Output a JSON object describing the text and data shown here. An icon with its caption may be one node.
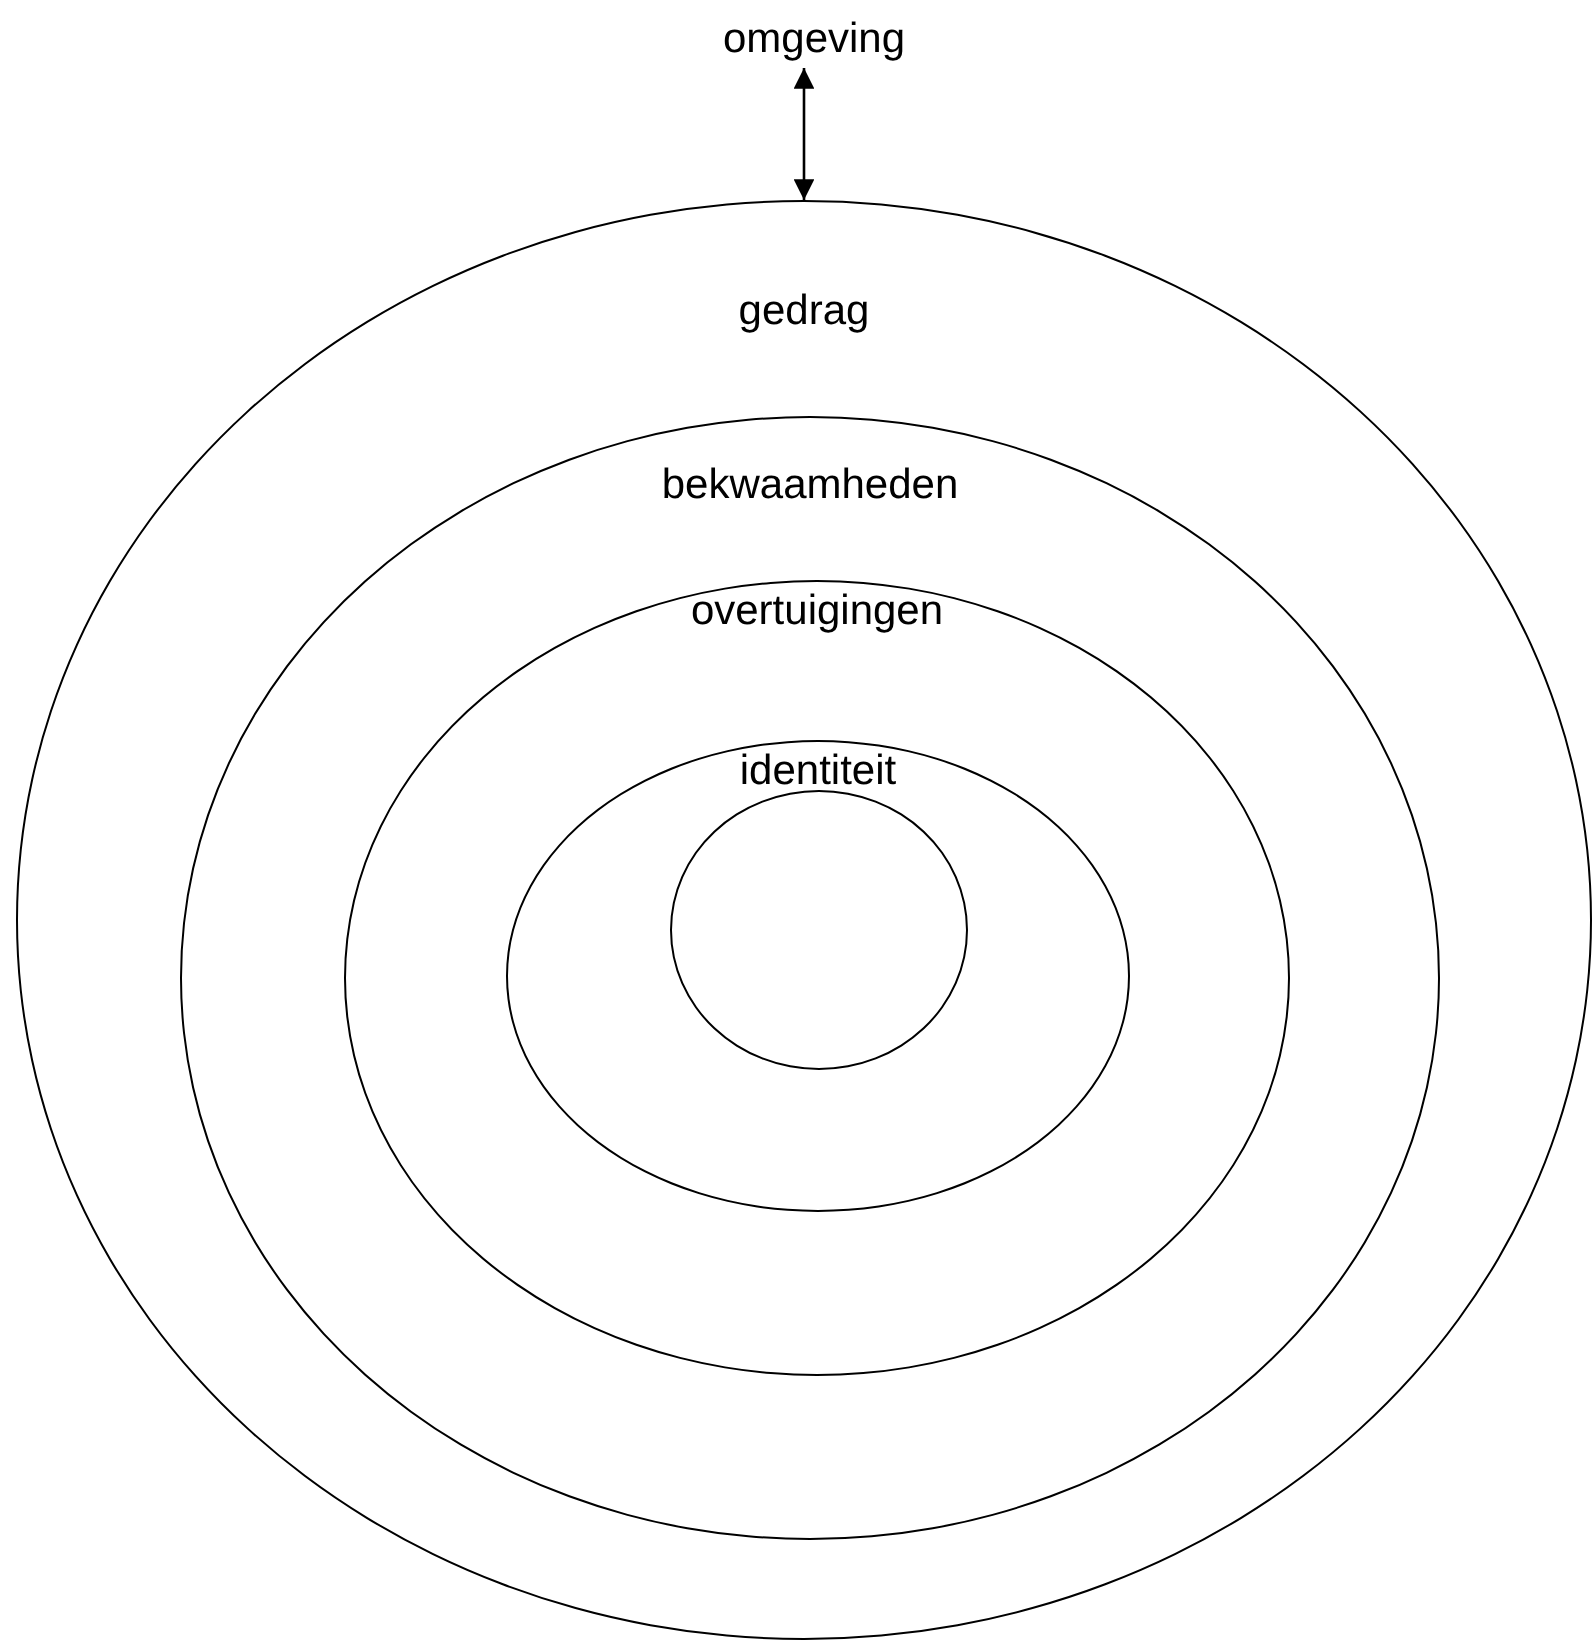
{
  "diagram": {
    "nodes": [
      {
        "text": [
          "omgeving"
        ]
      },
      {
        "text": [
          "gedrag"
        ]
      },
      {
        "text": [
          "bekwaamheden"
        ],
        "in": 1
      },
      {
        "text": [
          "overtuigingen"
        ],
        "in": 2
      },
      {
        "text": [
          "identiteit"
        ],
        "in": 3
      },
      {
        "text": [],
        "shape": "circle",
        "in": 4
      }
    ],
    "edges": [
      {
        "from": 0,
        "to": 1,
        "arrow": "both"
      }
    ]
  }
}
